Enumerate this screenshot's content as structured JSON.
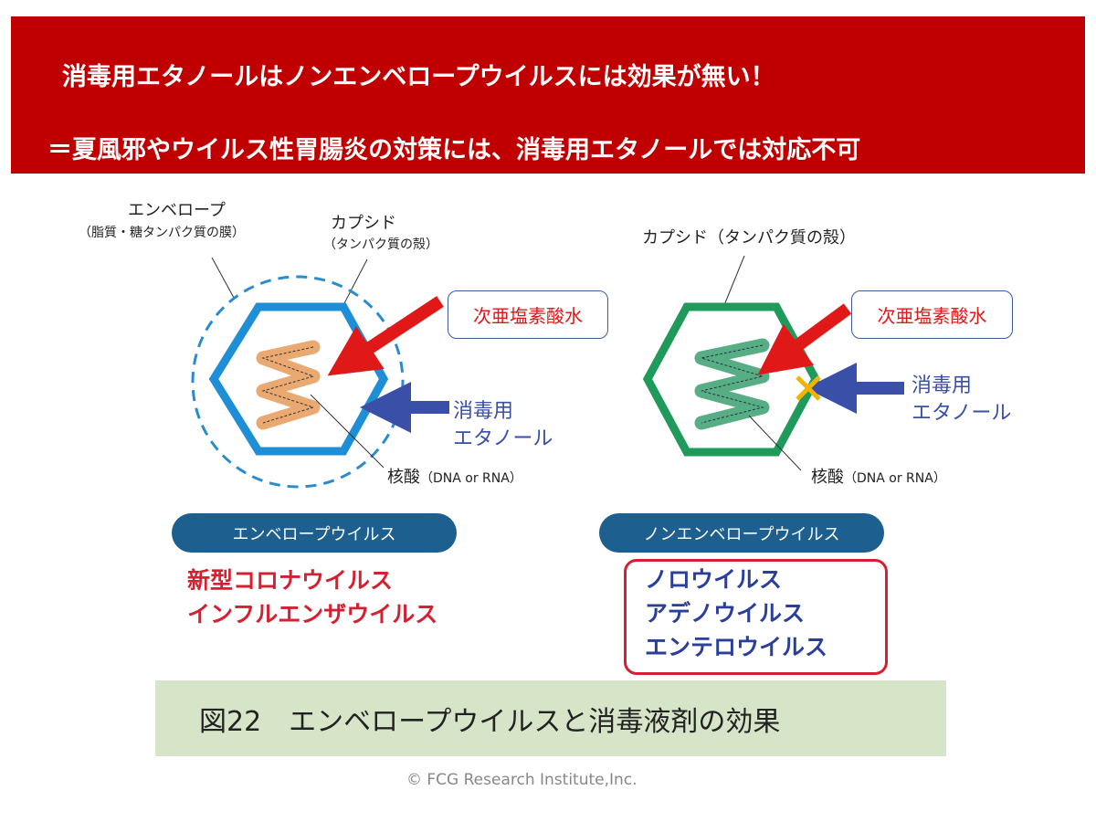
{
  "banner": {
    "line1": "消毒用エタノールはノンエンベロープウイルスには効果が無い！",
    "line2": "＝夏風邪やウイルス性胃腸炎の対策には、消毒用エタノールでは対応不可"
  },
  "left_diagram": {
    "envelope_label": "エンベロープ",
    "envelope_sub": "（脂質・糖タンパク質の膜）",
    "capsid_label": "カプシド",
    "capsid_sub": "（タンパク質の殻）",
    "hypochlorous_label": "次亜塩素酸水",
    "ethanol_line1": "消毒用",
    "ethanol_line2": "エタノール",
    "nucleic_label": "核酸",
    "nucleic_sub": "（DNA or RNA）"
  },
  "right_diagram": {
    "capsid_label": "カプシド（タンパク質の殻）",
    "hypochlorous_label": "次亜塩素酸水",
    "ethanol_line1": "消毒用",
    "ethanol_line2": "エタノール",
    "nucleic_label": "核酸",
    "nucleic_sub": "（DNA or RNA）"
  },
  "categories": {
    "enveloped": {
      "title": "エンベロープウイルス",
      "examples": [
        "新型コロナウイルス",
        "インフルエンザウイルス"
      ]
    },
    "non_enveloped": {
      "title": "ノンエンベロープウイルス",
      "examples": [
        "ノロウイルス",
        "アデノウイルス",
        "エンテロウイルス"
      ]
    }
  },
  "caption": "図22　エンベロープウイルスと消毒液剤の効果",
  "copyright": "© FCG Research Institute,Inc.",
  "colors": {
    "banner": "#c00000",
    "enveloped_capsid": "#1e8fd6",
    "non_enveloped_capsid": "#1f9a5a",
    "hypochlorous": "#e01818",
    "ethanol": "#3a4fa8",
    "blocked": "#f2b400"
  }
}
